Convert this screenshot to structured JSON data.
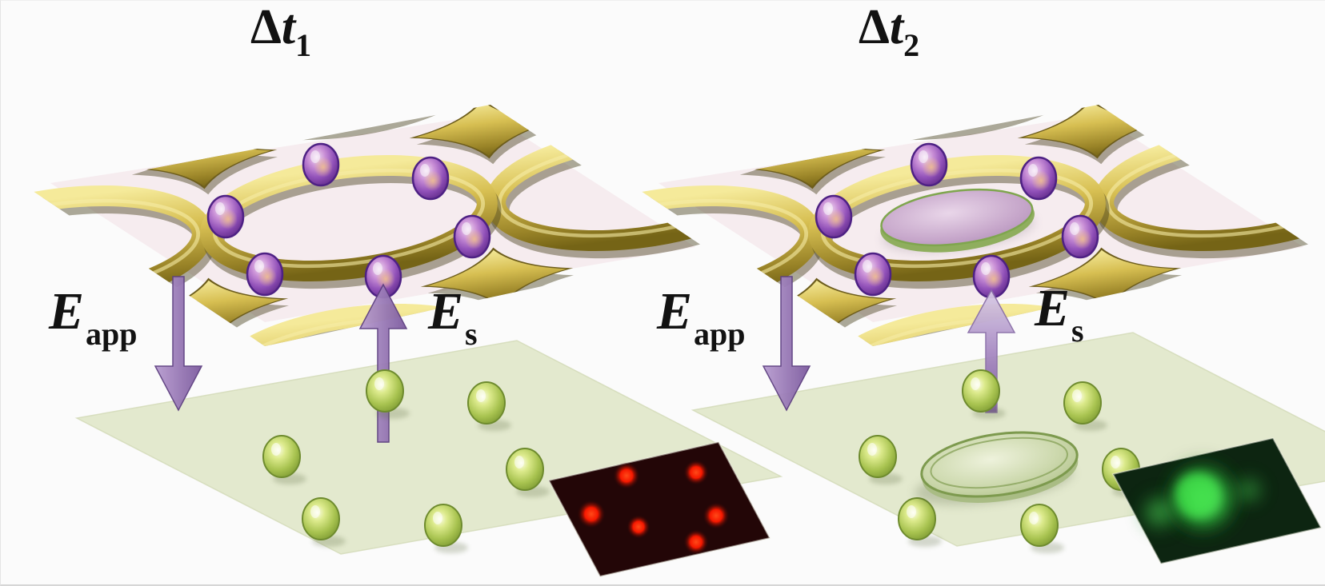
{
  "figure": {
    "description": "Two-timepoint schematic of a gold ring-lattice metasurface above a substrate, with applied and scattered electric field arrows and fluorescence-micrograph insets",
    "background_color": "#fbfbfb",
    "panels": [
      {
        "title": {
          "delta": "Δ",
          "t": "t",
          "sub": "1"
        },
        "applied_field": {
          "main": "E",
          "sub": "app"
        },
        "scattered_field": {
          "main": "E",
          "sub": "s"
        },
        "metasurface": {
          "lattice": "gold-ring-and-star-lattice",
          "plane_color": "#f6ecef",
          "gold_color": "#d3ba4c",
          "nanoparticles": {
            "count": 6,
            "color": "#9a56bc"
          },
          "central_disk": "none"
        },
        "substrate": {
          "plane_color": "#e3e9ce",
          "nanoparticles": {
            "count": 6,
            "color": "#a9c455"
          },
          "central_disk": "none"
        },
        "inset": {
          "kind": "fluorescence-micrograph",
          "background_color": "#230607",
          "signal_color": "#f51c00",
          "pattern": "six-red-dots"
        }
      },
      {
        "title": {
          "delta": "Δ",
          "t": "t",
          "sub": "2"
        },
        "applied_field": {
          "main": "E",
          "sub": "app"
        },
        "scattered_field": {
          "main": "E",
          "sub": "s"
        },
        "metasurface": {
          "lattice": "gold-ring-and-star-lattice",
          "plane_color": "#f6ecef",
          "gold_color": "#d3ba4c",
          "nanoparticles": {
            "count": 6,
            "color": "#9a56bc"
          },
          "central_disk": {
            "fill": "#c9abce",
            "rim": "#7aa34c"
          }
        },
        "substrate": {
          "plane_color": "#e3e9ce",
          "nanoparticles": {
            "count": 6,
            "color": "#a9c455"
          },
          "central_disk": {
            "fill": "#ccd8ae",
            "rim": "#7d9a4e"
          }
        },
        "inset": {
          "kind": "fluorescence-micrograph",
          "background_color": "#0d2511",
          "signal_color": "#35d23f",
          "pattern": "diffuse-green-spot"
        }
      }
    ],
    "arrows": {
      "applied_direction": "down",
      "scattered_direction": "up",
      "solid_color": "#7c5a9e",
      "faded_top_color": "#d9cce6"
    }
  }
}
